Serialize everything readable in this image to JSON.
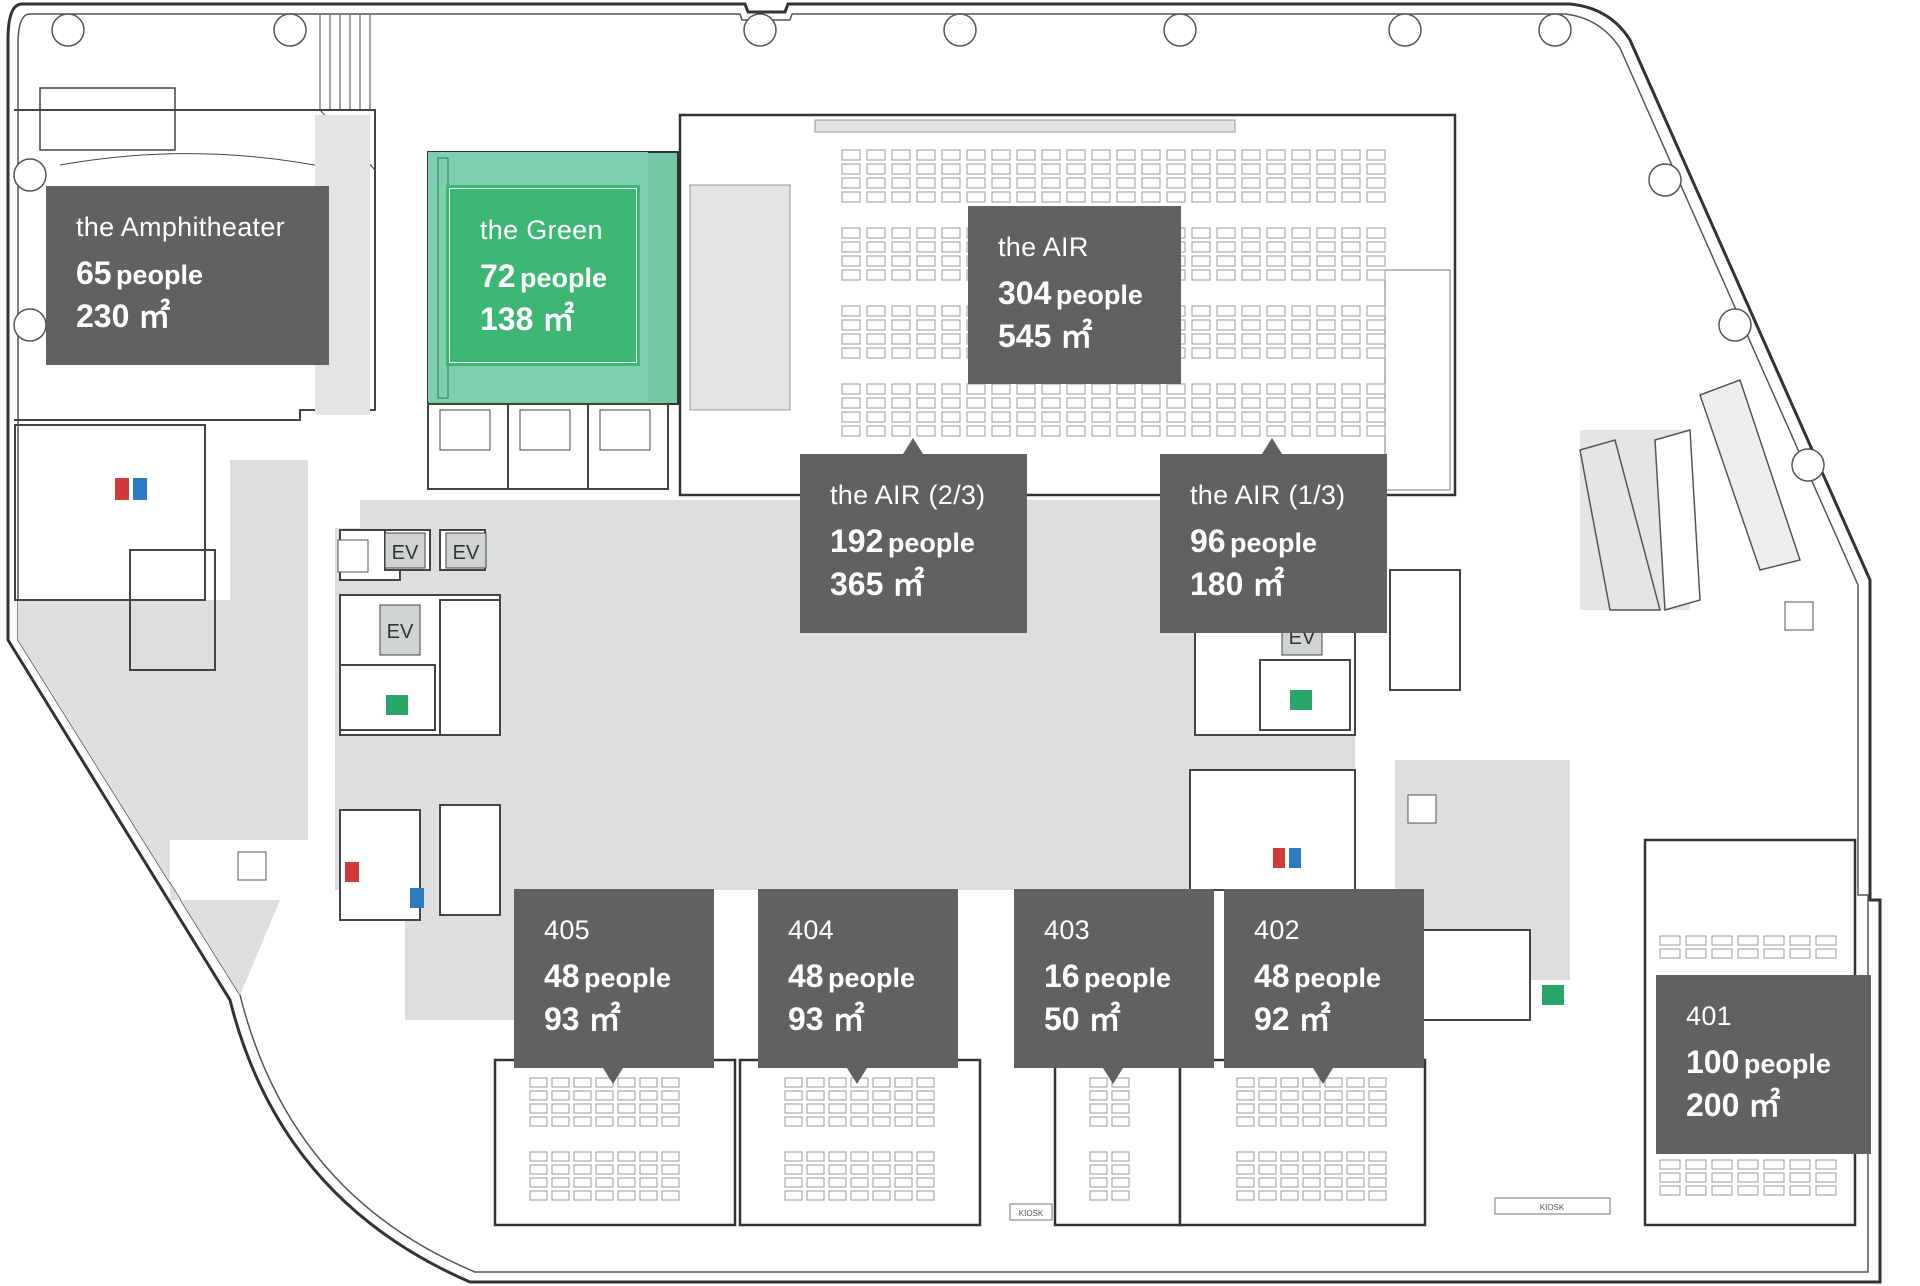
{
  "colors": {
    "label_bg": "#616161",
    "green_room": "#3db874",
    "green_room_border": "#7fcfae",
    "corridor": "#dcdedf",
    "wall": "#333333",
    "exit_sign": "#2aa56a",
    "restroom_male": "#2a7bc1",
    "restroom_female": "#d23a3a"
  },
  "area_unit": "㎡",
  "people_unit": "people",
  "rooms": {
    "amphitheater": {
      "name": "the Amphitheater",
      "people": "65",
      "area": "230"
    },
    "green": {
      "name": "the Green",
      "people": "72",
      "area": "138"
    },
    "air": {
      "name": "the AIR",
      "people": "304",
      "area": "545"
    },
    "air_2_3": {
      "name": "the AIR (2/3)",
      "people": "192",
      "area": "365"
    },
    "air_1_3": {
      "name": "the AIR (1/3)",
      "people": "96",
      "area": "180"
    },
    "r405": {
      "name": "405",
      "people": "48",
      "area": "93"
    },
    "r404": {
      "name": "404",
      "people": "48",
      "area": "93"
    },
    "r403": {
      "name": "403",
      "people": "16",
      "area": "50"
    },
    "r402": {
      "name": "402",
      "people": "48",
      "area": "92"
    },
    "r401": {
      "name": "401",
      "people": "100",
      "area": "200"
    }
  },
  "elevators": {
    "label": "EV"
  },
  "kiosk": {
    "label": "KIOSK"
  },
  "icons": [
    "elevator-icon",
    "exit-icon",
    "restroom-icon",
    "smoking-icon",
    "escalator-icon"
  ]
}
